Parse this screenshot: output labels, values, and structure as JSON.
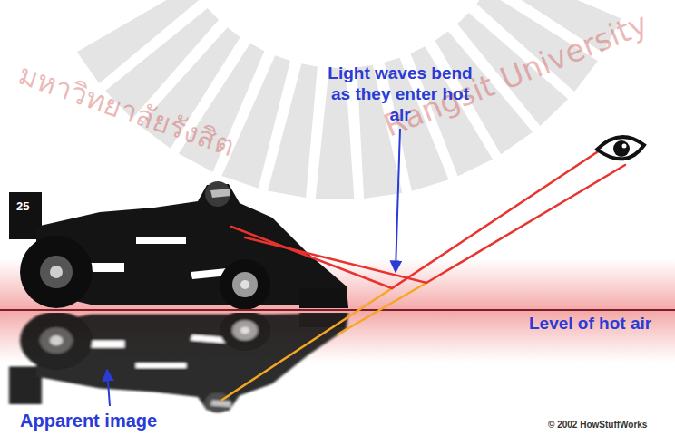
{
  "diagram": {
    "labels": [
      "มหาวิทยาลัยรังสิต",
      "Rangsit University",
      "Light waves bend as they enter hot air",
      "Level of hot air",
      "Apparent image",
      "© 2002 HowStuffWorks",
      "25"
    ]
  }
}
